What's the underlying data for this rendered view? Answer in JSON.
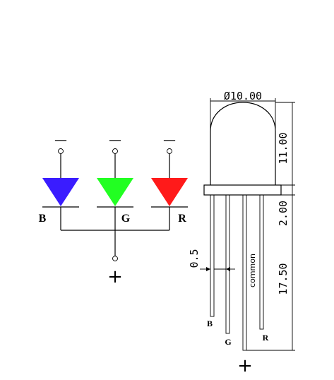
{
  "schematic": {
    "diodes": [
      {
        "label": "B",
        "cathode_mark": "—",
        "color": "#3a1cff"
      },
      {
        "label": "G",
        "cathode_mark": "—",
        "color": "#22ff22"
      },
      {
        "label": "R",
        "cathode_mark": "—",
        "color": "#ff1a1a"
      }
    ],
    "common_mark": "+"
  },
  "package": {
    "diameter": "Ø10.00",
    "dome_height": "11.00",
    "flange_height": "2.00",
    "lead_length": "17.50",
    "lead_spacing": "0.5",
    "common_label": "common",
    "lead_labels": [
      "B",
      "G",
      "R"
    ],
    "common_mark": "+"
  }
}
